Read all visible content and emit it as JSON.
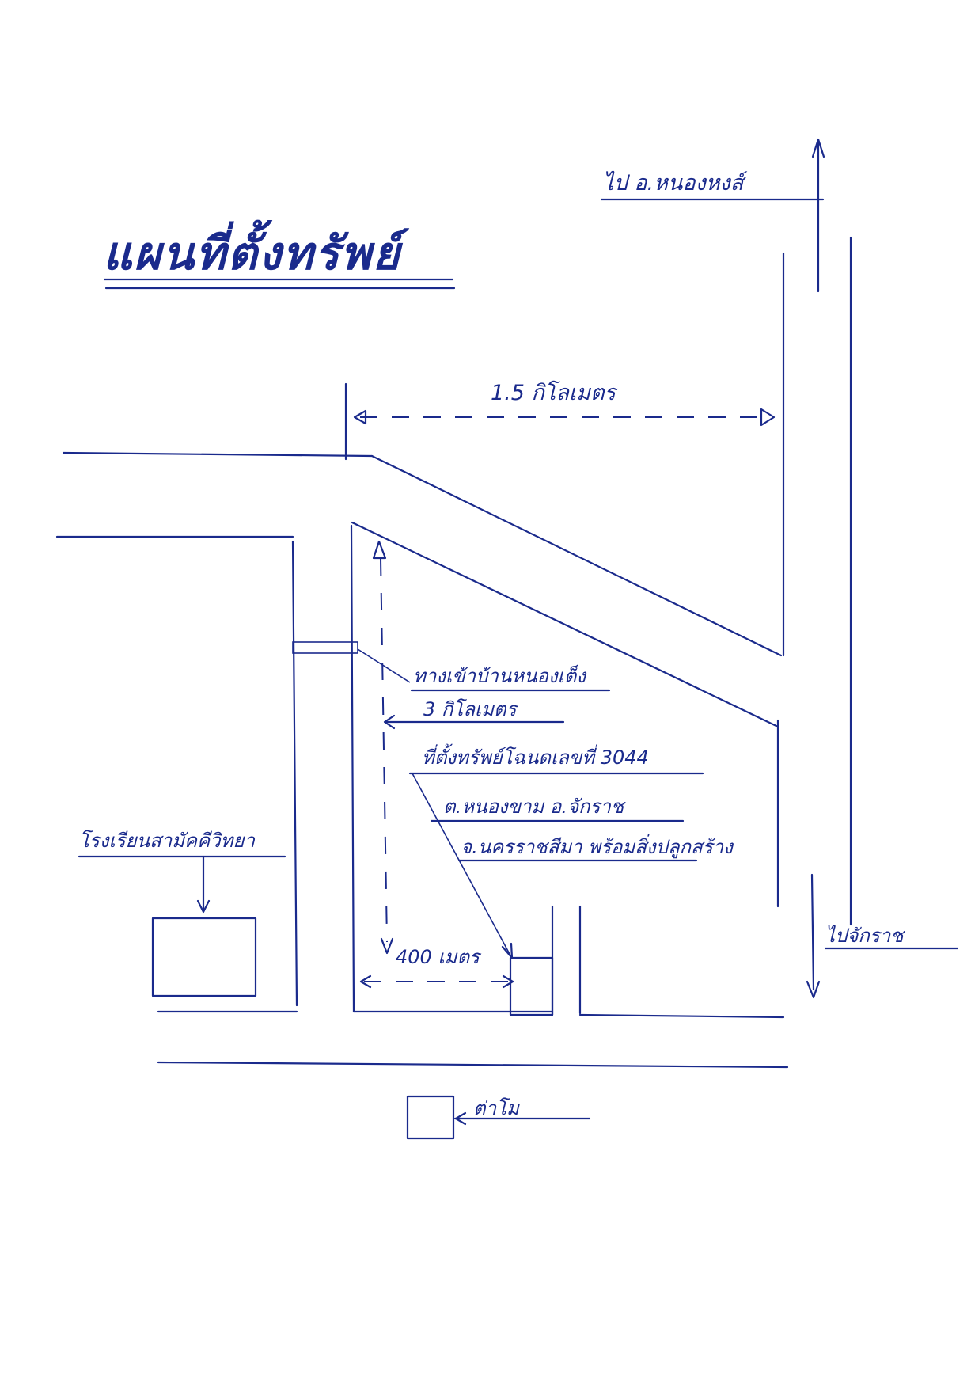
{
  "map": {
    "title": "แผนที่ตั้งทรัพย์",
    "labels": {
      "to_nong_hong": "ไป อ.หนองหงส์",
      "distance_top": "1.5 กิโลเมตร",
      "village_road": "ทางเข้าบ้านหนองเต็ง",
      "village_road_distance": "3 กิโลเมตร",
      "property_line1": "ที่ตั้งทรัพย์โฉนดเลขที่ 3044",
      "property_line2": "ต.หนองขาม อ.จักราช",
      "property_line3": "จ.นครราชสีมา พร้อมสิ่งปลูกสร้าง",
      "school": "โรงเรียนสามัคคีวิทยา",
      "to_chakkarat": "ไปจักราช",
      "distance_bottom": "400 เมตร",
      "shop": "ต่าโม"
    }
  }
}
